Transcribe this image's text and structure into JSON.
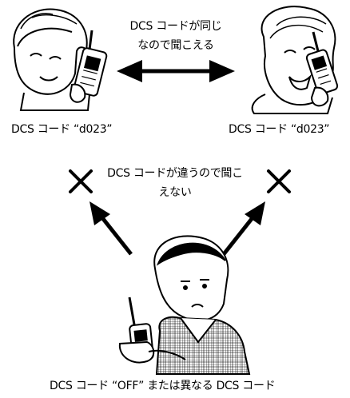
{
  "top_note_line1": "DCS コードが同じ",
  "top_note_line2": "なので聞こえる",
  "left_person_code": "DCS コード “d023”",
  "right_person_code": "DCS コード “d023”",
  "middle_note_line1": "DCS コードが違うので聞こ",
  "middle_note_line2": "えない",
  "bottom_caption": "DCS コード “OFF” または異なる DCS コード",
  "icons": {
    "double_arrow": "double-arrow-icon",
    "cross_left": "cross-icon",
    "cross_right": "cross-icon",
    "arrow_left": "arrow-up-left-icon",
    "arrow_right": "arrow-up-right-icon"
  }
}
